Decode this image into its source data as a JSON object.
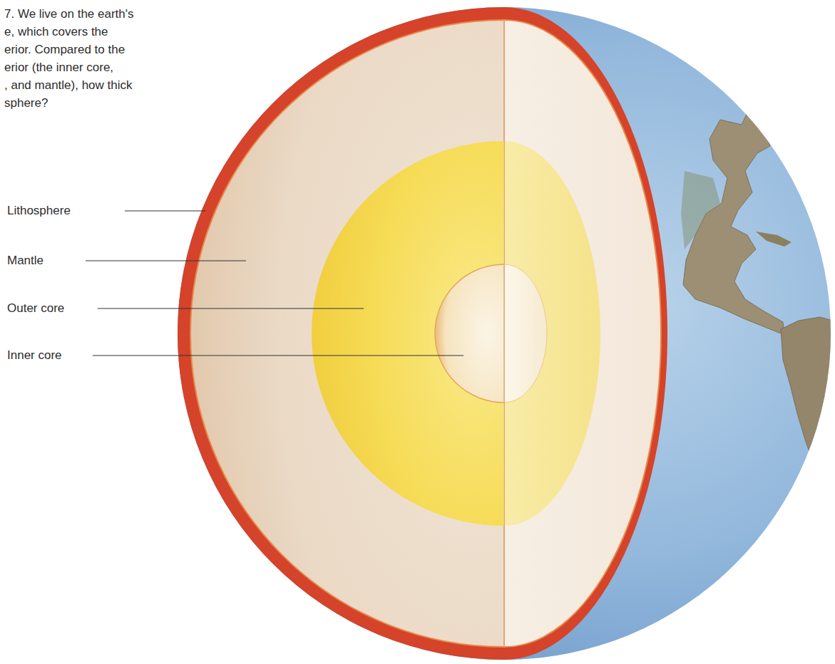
{
  "diagram": {
    "labels": [
      "7. We live on the earth's",
      "e, which covers the",
      "erior. Compared to the",
      "erior (the inner core,",
      ", and mantle), how thick",
      "sphere?",
      "Lithosphere",
      "Mantle",
      "Outer core",
      "Inner core"
    ]
  }
}
